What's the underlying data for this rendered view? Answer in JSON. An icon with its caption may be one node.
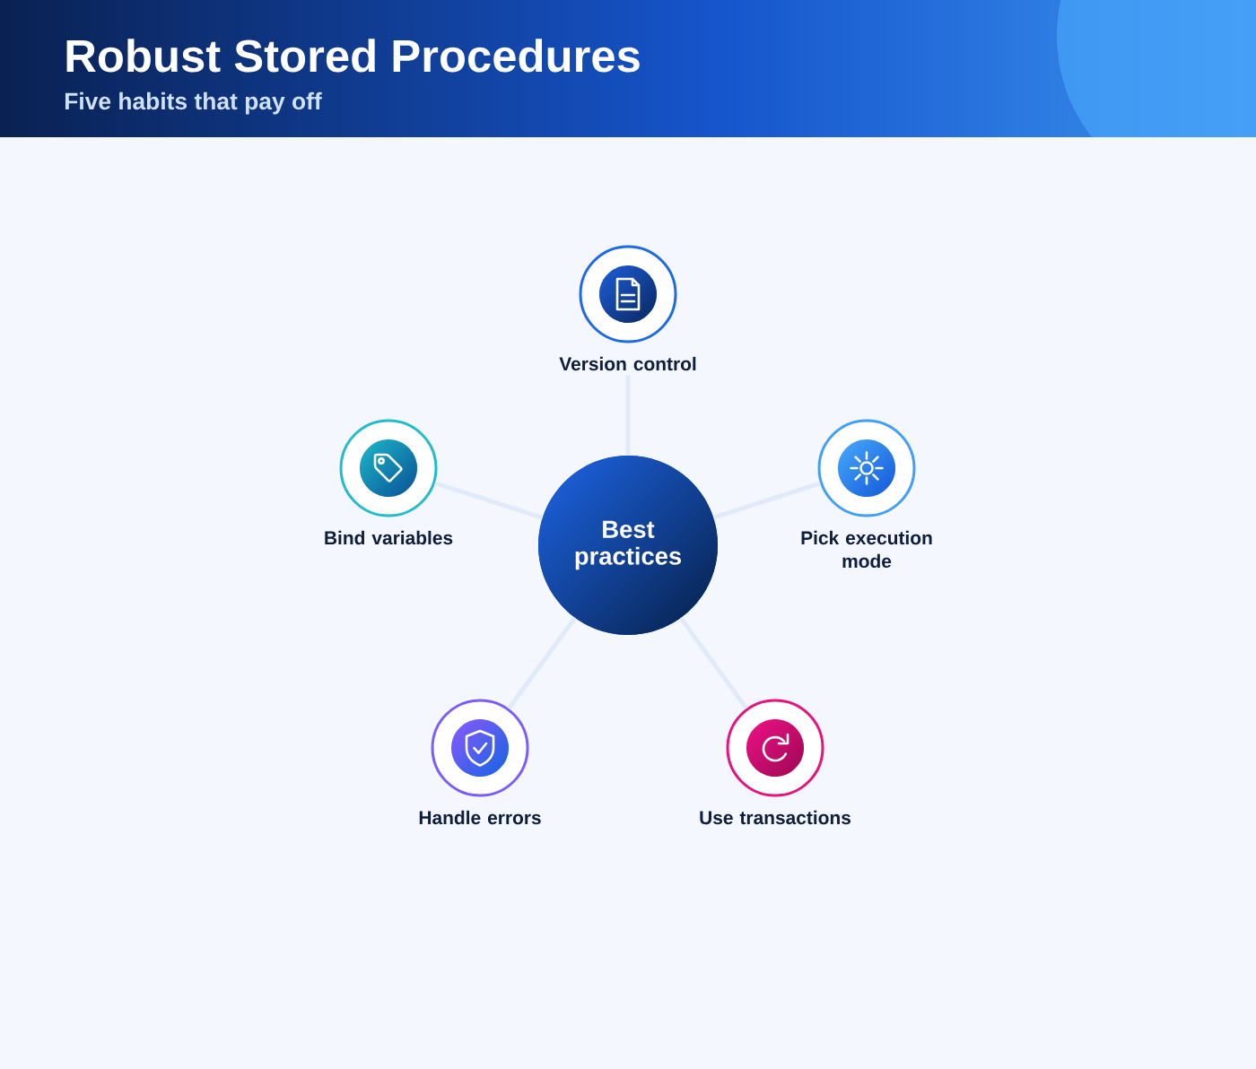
{
  "diagram": {
    "title": "Robust Stored Procedures",
    "nodes": [
      {
        "text": [
          "Best practices"
        ]
      },
      {
        "text": [
          "Version control"
        ]
      },
      {
        "text": [
          "Bind variables"
        ]
      },
      {
        "text": [
          "Pick execution mode"
        ]
      },
      {
        "text": [
          "Handle errors"
        ]
      },
      {
        "text": [
          "Use transactions"
        ]
      }
    ],
    "edges": [
      {
        "from": 0,
        "to": 1,
        "arrow": "none"
      },
      {
        "from": 0,
        "to": 2,
        "arrow": "none"
      },
      {
        "from": 0,
        "to": 3,
        "arrow": "none"
      },
      {
        "from": 0,
        "to": 4,
        "arrow": "none"
      },
      {
        "from": 0,
        "to": 5,
        "arrow": "none"
      }
    ],
    "labels": [
      "Five habits that pay off"
    ]
  }
}
